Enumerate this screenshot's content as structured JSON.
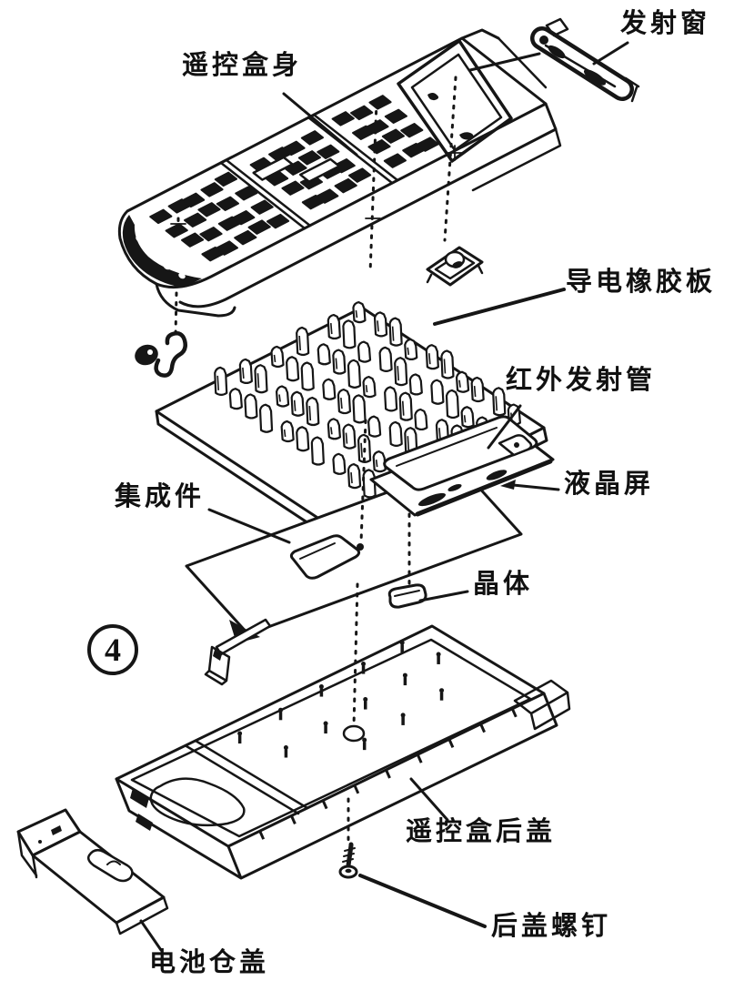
{
  "figure": {
    "number": "4"
  },
  "labels": {
    "emission_window": "发射窗",
    "remote_body": "遥控盒身",
    "conductive_rubber_pad": "导电橡胶板",
    "ir_emitter_tube": "红外发射管",
    "lcd_screen": "液晶屏",
    "ic_component": "集成件",
    "crystal": "晶体",
    "back_cover": "遥控盒后盖",
    "back_cover_screw": "后盖螺钉",
    "battery_cover": "电池仓盖"
  },
  "colors": {
    "ink": "#161616",
    "paper": "#ffffff"
  }
}
